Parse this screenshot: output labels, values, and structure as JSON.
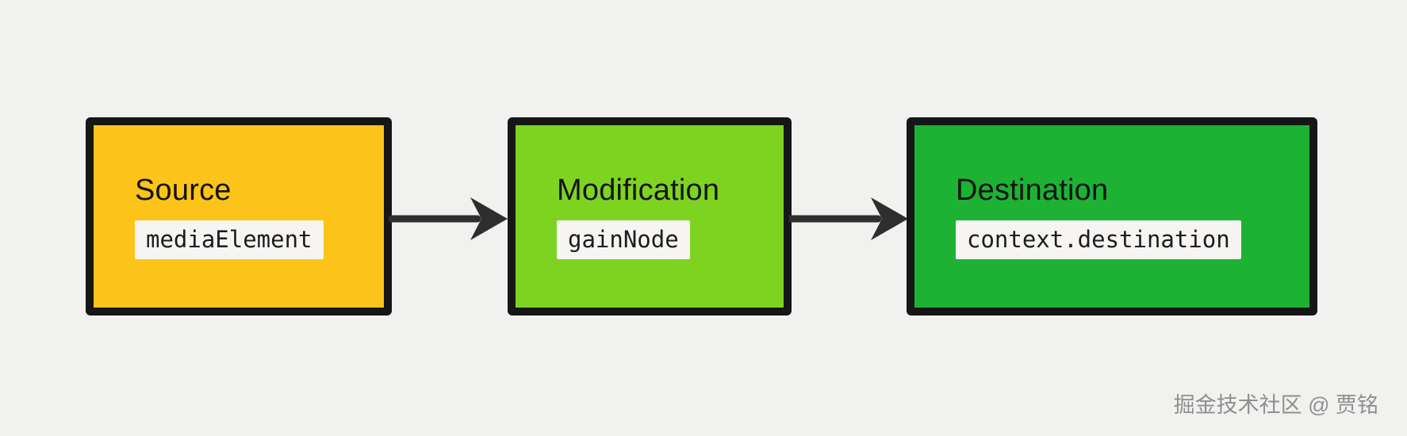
{
  "colors": {
    "bg": "#f1f1ef",
    "border": "#161616",
    "arrow": "#2e2e2e",
    "chip-bg": "#f6f5f3",
    "text": "#141414",
    "watermark": "#8f8f8f"
  },
  "diagram": {
    "nodes": [
      {
        "title": "Source",
        "code": "mediaElement",
        "fill": "#fcc419"
      },
      {
        "title": "Modification",
        "code": "gainNode",
        "fill": "#7ed321"
      },
      {
        "title": "Destination",
        "code": "context.destination",
        "fill": "#1db233"
      }
    ]
  },
  "watermark": {
    "text": "掘金技术社区 @ 贾铭"
  }
}
